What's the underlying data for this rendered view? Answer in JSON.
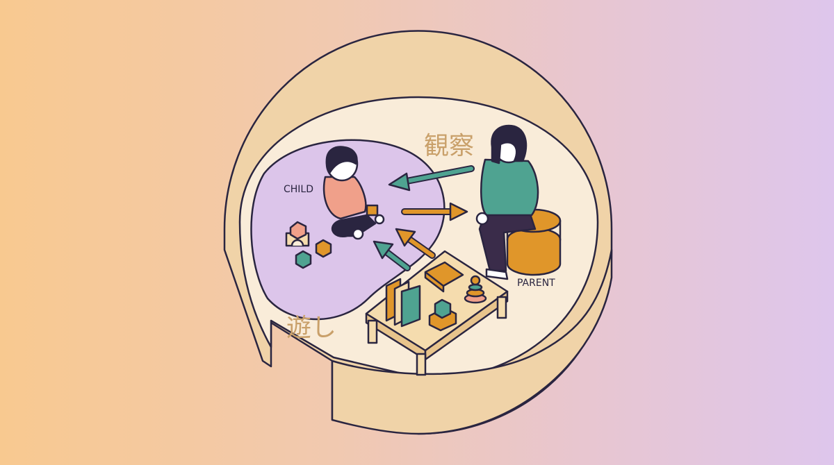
{
  "labels": {
    "child": "CHILD",
    "parent": "PARENT",
    "observe": "観察",
    "play": "遊し"
  },
  "colors": {
    "background_left": "#f8c990",
    "background_right": "#dec6ec",
    "wall": "#f0d3a8",
    "floor": "#f9ecd9",
    "mat": "#dcc5ea",
    "outline": "#2a2540",
    "teal": "#4fa391",
    "orange": "#e0962a",
    "label_text": "#c9a06a"
  }
}
